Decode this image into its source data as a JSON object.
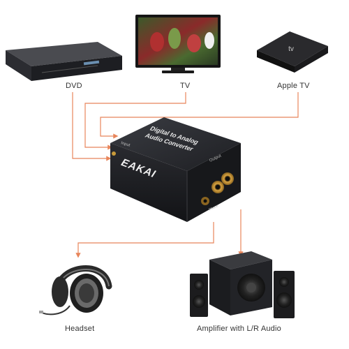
{
  "devices": {
    "dvd": {
      "label": "DVD"
    },
    "tv": {
      "label": "TV"
    },
    "apple_tv": {
      "label": "Apple TV",
      "logo_text": "tv"
    },
    "converter": {
      "brand": "EAKAI",
      "title_line1": "Digital to Analog",
      "title_line2": "Audio Converter",
      "input_label": "Input",
      "output_label": "Output",
      "phone_label": "Phone"
    },
    "headset": {
      "label": "Headset"
    },
    "amplifier": {
      "label": "Amplifier with L/R Audio"
    }
  },
  "colors": {
    "arrow": "#e8855a",
    "converter_body": "#1c1d21",
    "label_text": "#333333"
  }
}
